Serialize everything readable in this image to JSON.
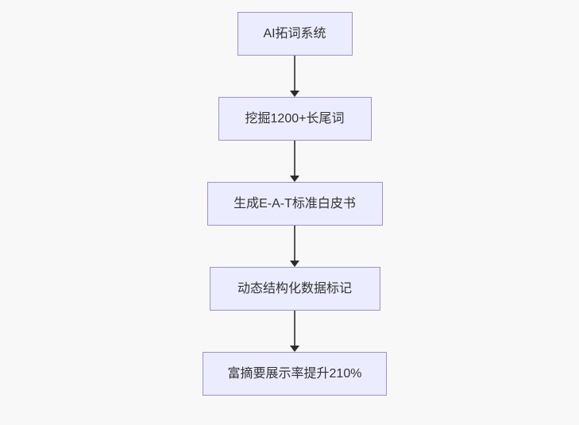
{
  "diagram": {
    "type": "flowchart",
    "direction": "top-down",
    "nodes": [
      {
        "id": "node-1",
        "label": "AI拓词系统"
      },
      {
        "id": "node-2",
        "label": "挖掘1200+长尾词"
      },
      {
        "id": "node-3",
        "label": "生成E-A-T标准白皮书"
      },
      {
        "id": "node-4",
        "label": "动态结构化数据标记"
      },
      {
        "id": "node-5",
        "label": "富摘要展示率提升210%"
      }
    ],
    "edges": [
      {
        "from": "node-1",
        "to": "node-2",
        "arrow": "down"
      },
      {
        "from": "node-2",
        "to": "node-3",
        "arrow": "down"
      },
      {
        "from": "node-3",
        "to": "node-4",
        "arrow": "down"
      },
      {
        "from": "node-4",
        "to": "node-5",
        "arrow": "down"
      }
    ],
    "colors": {
      "background": "#f8f8f8",
      "node_fill": "#ECECFF",
      "node_border": "#9f8fd4",
      "text": "#333333",
      "edge_line": "#555555",
      "arrowhead": "#2b2b2b"
    }
  }
}
